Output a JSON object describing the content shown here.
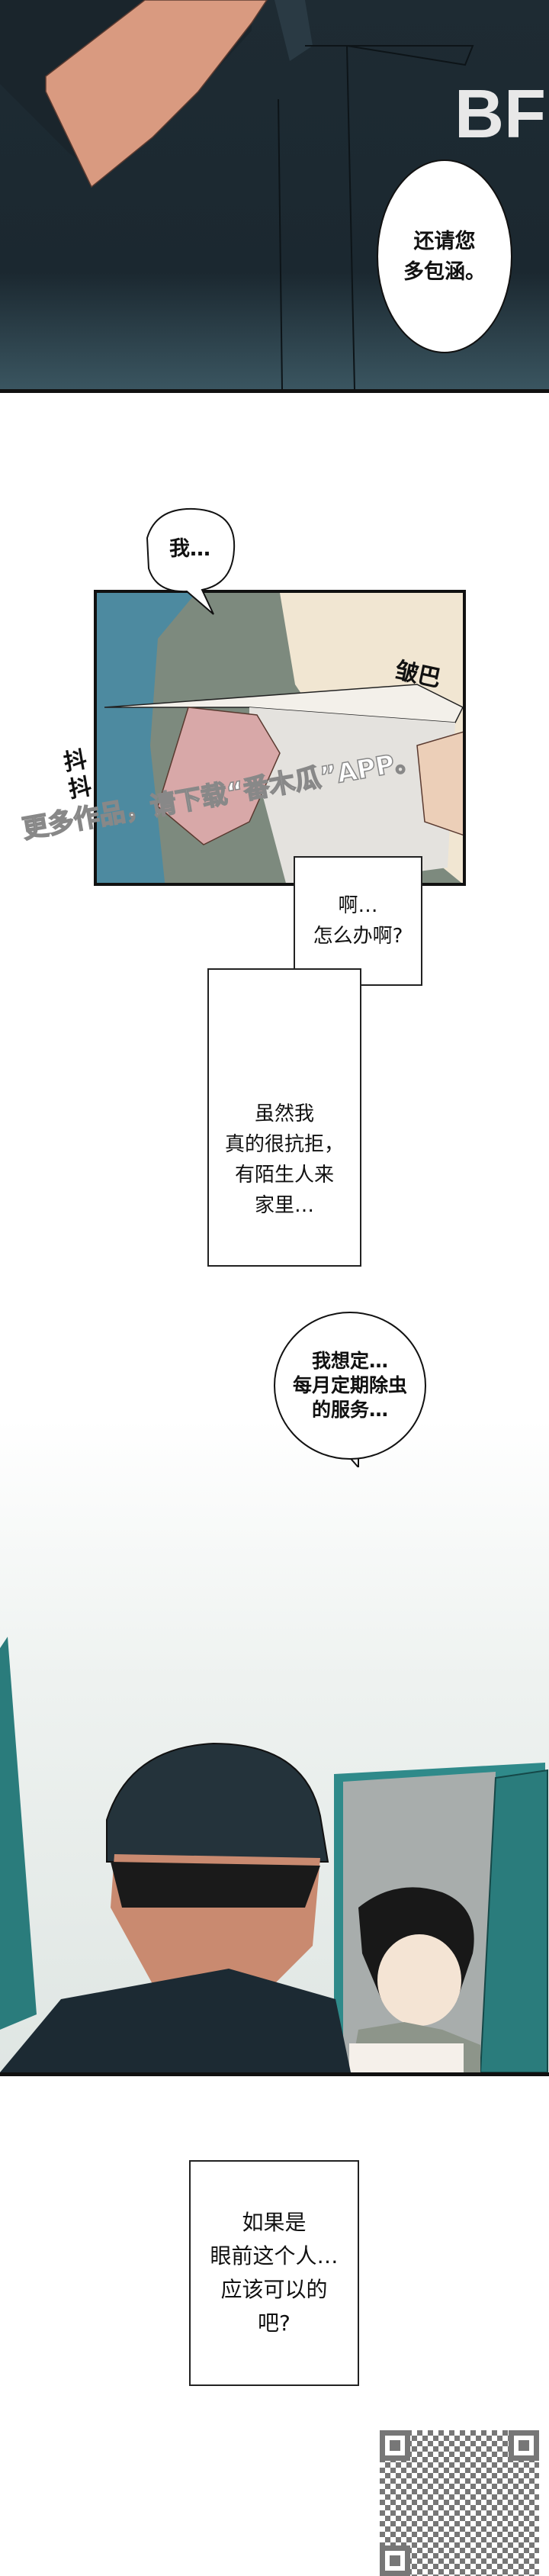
{
  "panel1": {
    "bubble_text": "还请您\n多包涵。",
    "background_lettering": "BF"
  },
  "panel2": {
    "bubble_text": "我…",
    "sfx_crumple": "皱巴",
    "sfx_shake": "抖抖",
    "watermark": "更多作品，请下载“番木瓜”APP。"
  },
  "captions": [
    {
      "text": "啊…\n怎么办啊?"
    },
    {
      "text": "虽然我\n真的很抗拒，\n有陌生人来\n家里…"
    }
  ],
  "panel3": {
    "bubble_text": "我想定…\n每月定期除虫\n的服务…"
  },
  "final_caption": {
    "text": "如果是\n眼前这个人…\n应该可以的\n吧?"
  },
  "colors": {
    "shirt_dark": "#1c2a33",
    "door_teal": "#2f8a8a",
    "panel_blue": "#4d8aa0",
    "skin": "#d99a80"
  }
}
